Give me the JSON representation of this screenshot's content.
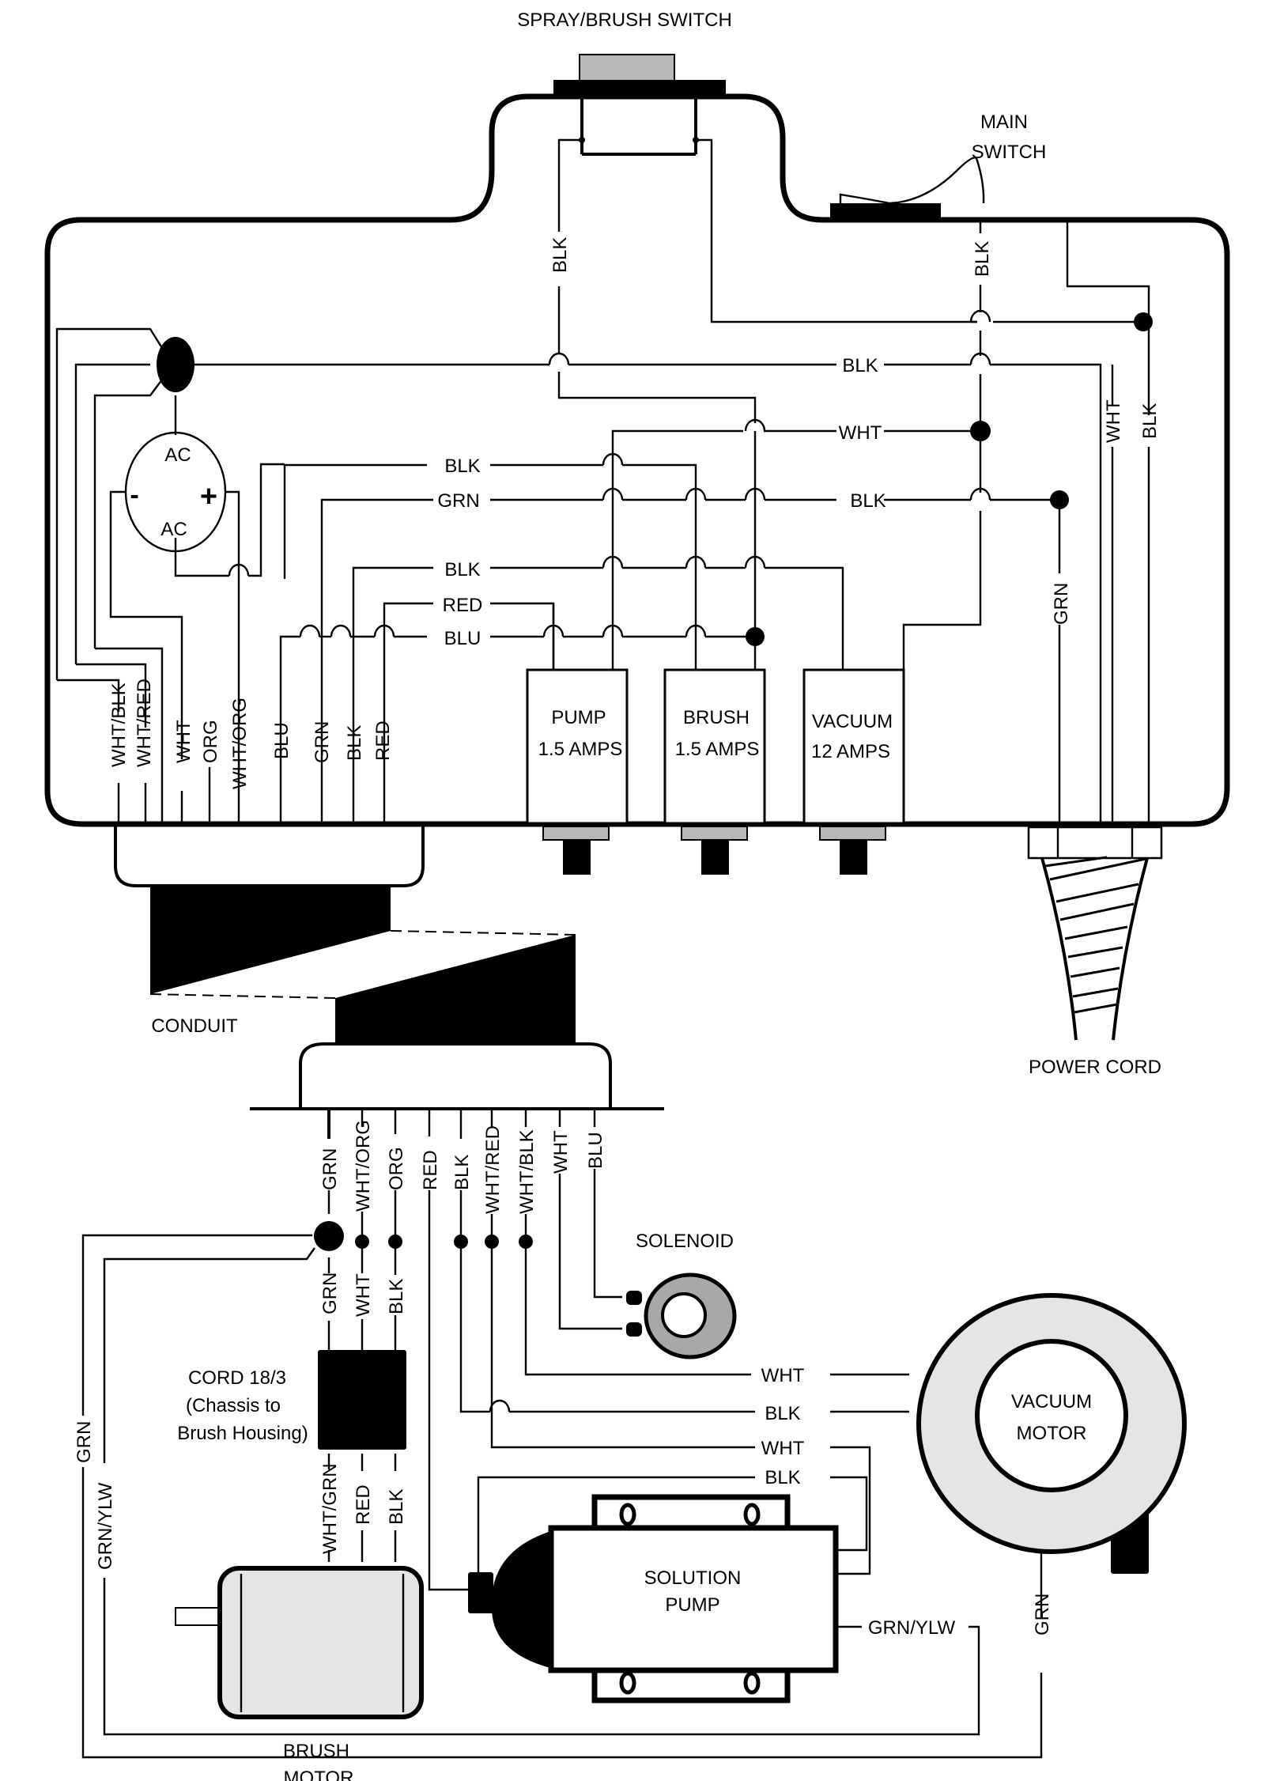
{
  "title": "Wiring Diagram",
  "colors": {
    "line": "#000000",
    "switch_cap": "#b8b8b8",
    "motor_fill": "#e6e4e6"
  },
  "chassis": {
    "spray_brush_switch": "SPRAY/BRUSH SWITCH",
    "main_switch_line1": "MAIN",
    "main_switch_line2": "SWITCH",
    "capacitor": {
      "top": "AC",
      "bottom": "AC",
      "minus": "-",
      "plus": "+"
    },
    "switch_lead_labels": {
      "spray_brush": "BLK",
      "main": "BLK"
    },
    "harness_rows": [
      {
        "id": "row1",
        "label": "BLK"
      },
      {
        "id": "row2",
        "label": "WHT"
      },
      {
        "id": "row3a",
        "label": "BLK"
      },
      {
        "id": "row3b",
        "label": "GRN"
      },
      {
        "id": "row3c",
        "label": "BLK"
      },
      {
        "id": "row4",
        "label": "BLK"
      },
      {
        "id": "row5",
        "label": "RED"
      },
      {
        "id": "row6",
        "label": "BLU"
      }
    ],
    "right_leads": [
      "GRN",
      "WHT",
      "BLK"
    ],
    "breakers": [
      {
        "name": "PUMP",
        "rating": "1.5 AMPS"
      },
      {
        "name": "BRUSH",
        "rating": "1.5 AMPS"
      },
      {
        "name": "VACUUM",
        "rating": "12 AMPS"
      }
    ],
    "bottom_leads": [
      "WHT/BLK",
      "WHT/RED",
      "WHT",
      "ORG",
      "WHT/ORG",
      "BLU",
      "GRN",
      "BLK",
      "RED"
    ]
  },
  "conduit": {
    "label": "CONDUIT",
    "leads": [
      "GRN",
      "WHT/ORG",
      "ORG",
      "RED",
      "BLK",
      "WHT/RED",
      "WHT/BLK",
      "WHT",
      "BLU"
    ]
  },
  "power_cord": {
    "label": "POWER CORD"
  },
  "solenoid": {
    "label": "SOLENOID"
  },
  "cord": {
    "line1": "CORD 18/3",
    "line2": "(Chassis to",
    "line3": "Brush Housing)",
    "top_leads": [
      "GRN",
      "WHT",
      "BLK"
    ],
    "bottom_leads": [
      "WHT/GRN",
      "RED",
      "BLK"
    ]
  },
  "vacuum_motor": {
    "line1": "VACUUM",
    "line2": "MOTOR",
    "leads": [
      "WHT",
      "BLK"
    ]
  },
  "solution_pump": {
    "line1": "SOLUTION",
    "line2": "PUMP",
    "leads": [
      "WHT",
      "BLK"
    ],
    "ground": "GRN/YLW"
  },
  "brush_motor": {
    "line1": "BRUSH",
    "line2": "MOTOR"
  },
  "ground_wires": {
    "left_outer": "GRN",
    "left_inner": "GRN/YLW",
    "right": "GRN"
  }
}
